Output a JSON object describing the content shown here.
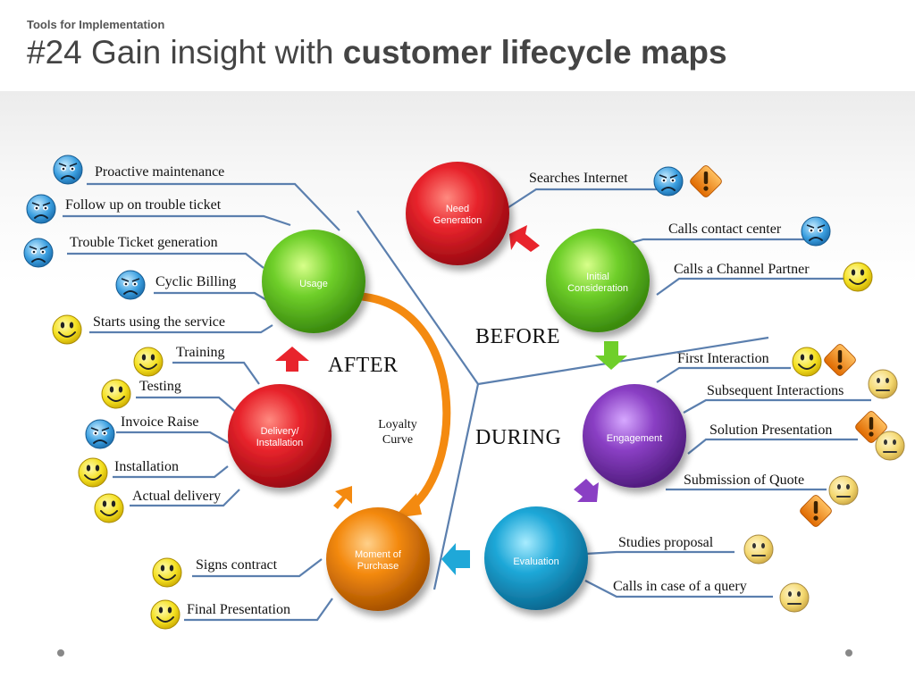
{
  "header": {
    "kicker": "Tools for Implementation",
    "title_prefix": "#24 Gain insight with ",
    "title_bold": "customer lifecycle maps"
  },
  "phases": {
    "before": "BEFORE",
    "during": "DURING",
    "after": "AFTER"
  },
  "loyalty_curve": "Loyalty\nCurve",
  "stages": {
    "need_generation": "Need\nGeneration",
    "initial_consideration": "Initial\nConsideration",
    "engagement": "Engagement",
    "evaluation": "Evaluation",
    "moment_of_purchase": "Moment of\nPurchase",
    "delivery_installation": "Delivery/\nInstallation",
    "usage": "Usage"
  },
  "labels": {
    "searches_internet": "Searches Internet",
    "calls_contact_center": "Calls contact center",
    "calls_channel_partner": "Calls a Channel Partner",
    "first_interaction": "First Interaction",
    "subsequent_interactions": "Subsequent Interactions",
    "solution_presentation": "Solution Presentation",
    "submission_of_quote": "Submission of Quote",
    "studies_proposal": "Studies proposal",
    "calls_in_case_of_query": "Calls in case of a query",
    "signs_contract": "Signs contract",
    "final_presentation": "Final Presentation",
    "training": "Training",
    "testing": "Testing",
    "invoice_raise": "Invoice Raise",
    "installation": "Installation",
    "actual_delivery": "Actual delivery",
    "proactive_maintenance": "Proactive maintenance",
    "follow_up_trouble_ticket": "Follow up on trouble ticket",
    "trouble_ticket_generation": "Trouble Ticket generation",
    "cyclic_billing": "Cyclic Billing",
    "starts_using_service": "Starts using the service"
  },
  "colors": {
    "need_generation": "#e8242c",
    "initial_consideration": "#6fcf2a",
    "engagement": "#8a3fc4",
    "evaluation": "#1fa8d8",
    "moment_of_purchase": "#f48a10",
    "delivery_installation": "#e8242c",
    "usage": "#6fcf2a",
    "connector_line": "#5b7fae",
    "arrow_red": "#e8242c",
    "arrow_green": "#6fcf2a",
    "arrow_purple": "#8a3fc4",
    "arrow_cyan": "#1fa8d8",
    "arrow_orange": "#f48a10",
    "happy_face": "#f4e020",
    "sad_face": "#3b9fe0",
    "neutral_face": "#f4d870",
    "warning": "#f08a10"
  }
}
